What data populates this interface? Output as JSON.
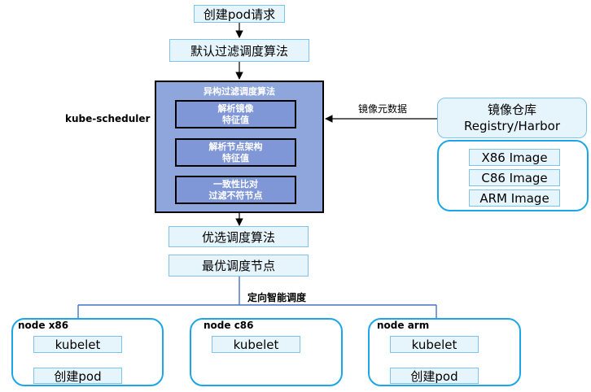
{
  "top": {
    "create_pod_request": "创建pod请求",
    "default_filter": "默认过滤调度算法"
  },
  "scheduler": {
    "label": "kube-scheduler",
    "title": "异构过滤调度算法",
    "steps": [
      {
        "line1": "解析镜像",
        "line2": "特征值"
      },
      {
        "line1": "解析节点架构",
        "line2": "特征值"
      },
      {
        "line1": "一致性比对",
        "line2": "过滤不符节点"
      }
    ]
  },
  "after": {
    "priority": "优选调度算法",
    "best_node": "最优调度节点",
    "directed": "定向智能调度"
  },
  "registry": {
    "arrow_label": "镜像元数据",
    "line1": "镜像仓库",
    "line2": "Registry/Harbor",
    "images": [
      "X86 Image",
      "C86 Image",
      "ARM Image"
    ]
  },
  "nodes": [
    {
      "name": "node x86",
      "kubelet": "kubelet",
      "pod": "创建pod"
    },
    {
      "name": "node c86",
      "kubelet": "kubelet"
    },
    {
      "name": "node arm",
      "kubelet": "kubelet",
      "pod": "创建pod"
    }
  ],
  "colors": {
    "scheduler_fill": "#8fa6dd",
    "step_fill": "#7f97d6",
    "light_fill": "#e6f4fb",
    "light_border": "#7ec4ea",
    "round_border": "#1aa6ea",
    "blue_arrow": "#4472c4"
  }
}
